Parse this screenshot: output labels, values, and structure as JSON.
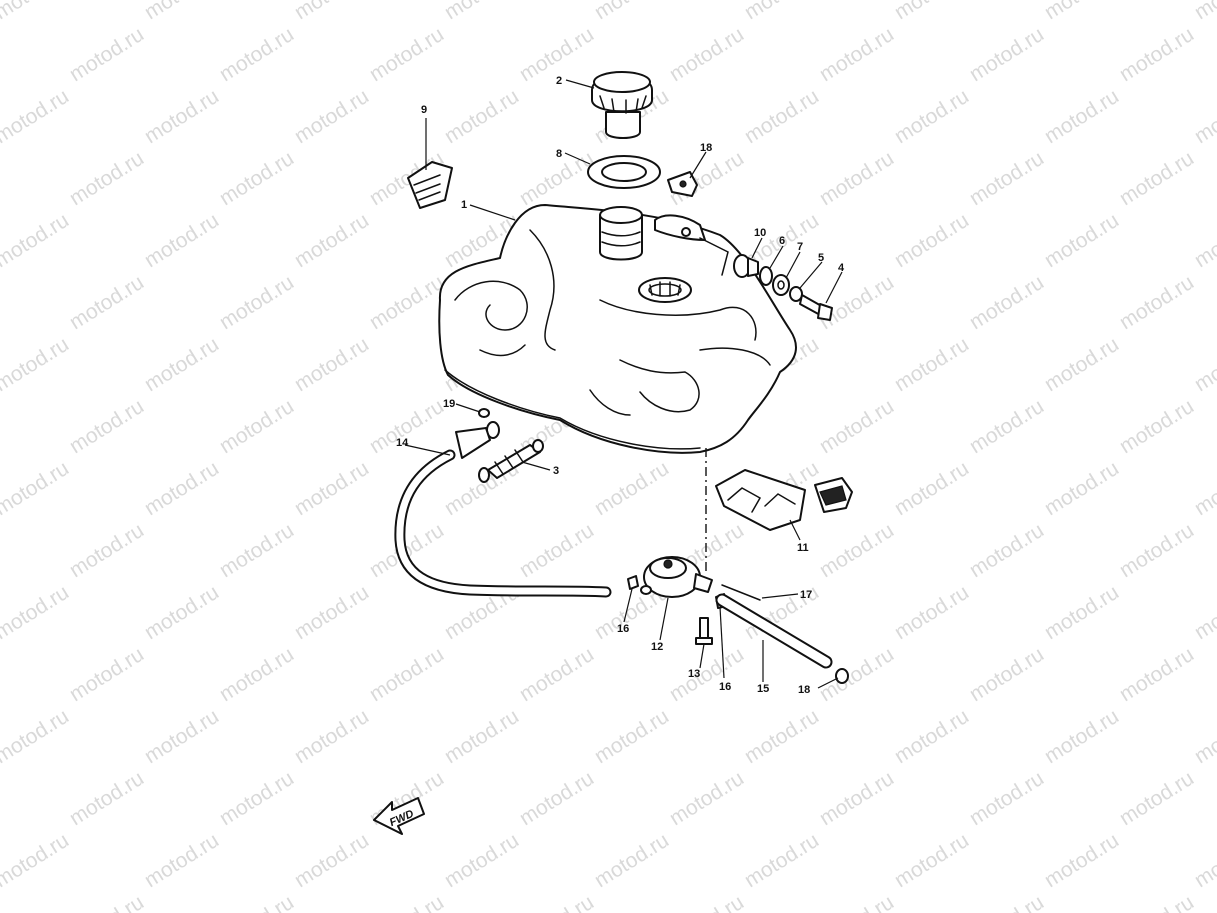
{
  "watermark": {
    "text": "motod.ru",
    "color": "#d9d9d9"
  },
  "callouts": {
    "c1": "1",
    "c2": "2",
    "c3": "3",
    "c4": "4",
    "c5": "5",
    "c6": "6",
    "c7": "7",
    "c8": "8",
    "c9": "9",
    "c10": "10",
    "c11": "11",
    "c12": "12",
    "c13": "13",
    "c14": "14",
    "c15": "15",
    "c16a": "16",
    "c16b": "16",
    "c17": "17",
    "c18a": "18",
    "c18b": "18",
    "c19": "19"
  },
  "fwd_label": "FWD",
  "icons": [
    "fuel-tank-icon",
    "fuel-cap-icon",
    "fuel-cock-icon",
    "fwd-arrow-icon"
  ]
}
